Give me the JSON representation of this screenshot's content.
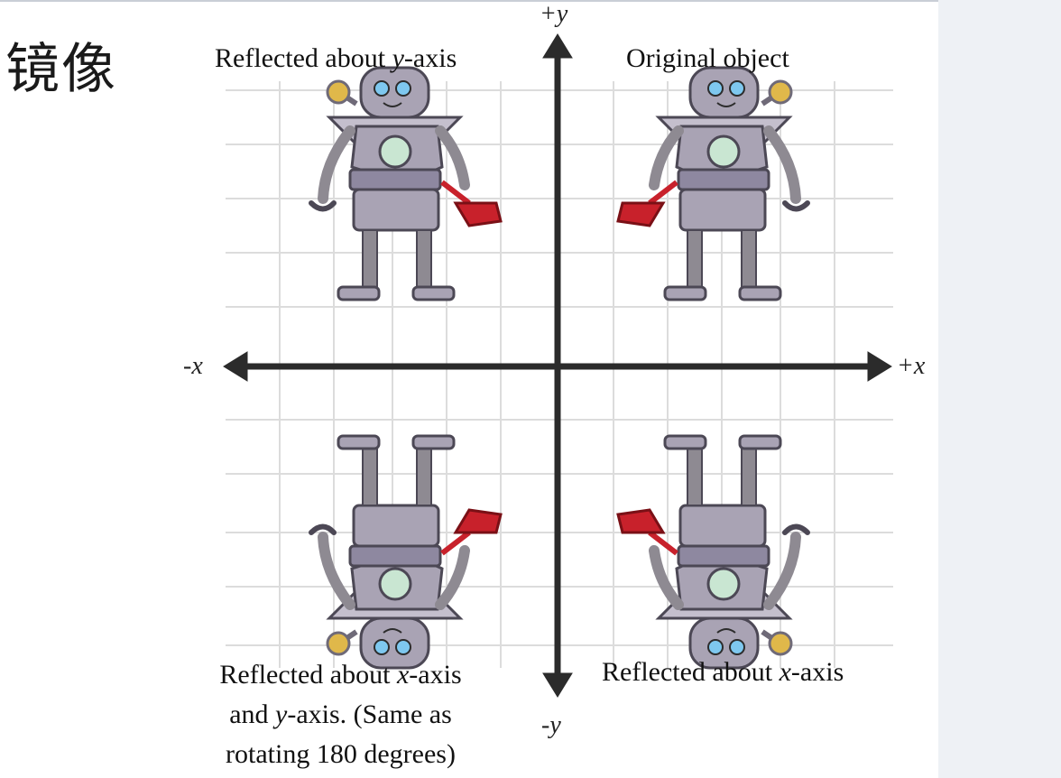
{
  "heading": "镜像",
  "axes": {
    "plus_y": "+y",
    "minus_y": "-y",
    "plus_x": "+x",
    "minus_x": "-x"
  },
  "captions": {
    "top_left": {
      "before": "Reflected about ",
      "var": "y",
      "after": "-axis"
    },
    "top_right": "Original object",
    "bottom_right": {
      "before": "Reflected about ",
      "var": "x",
      "after": "-axis"
    },
    "bottom_left": {
      "line1_before": "Reflected about ",
      "line1_var": "x",
      "line1_after": "-axis",
      "line2_before": "and ",
      "line2_var": "y",
      "line2_after": "-axis.  (Same as",
      "line3": "rotating 180 degrees)"
    }
  },
  "colors": {
    "axis": "#2b2b2b",
    "grid": "#dcdcdc",
    "robot_body": "#a9a3b4",
    "robot_dark": "#6f6a78",
    "robot_eye": "#7ec8ef",
    "robot_chest": "#c9e6d2",
    "dustpan": "#c8212b",
    "accent": "#e0b84a"
  },
  "icons": [
    "robot-original",
    "robot-reflected-y",
    "robot-reflected-x",
    "robot-reflected-xy"
  ]
}
